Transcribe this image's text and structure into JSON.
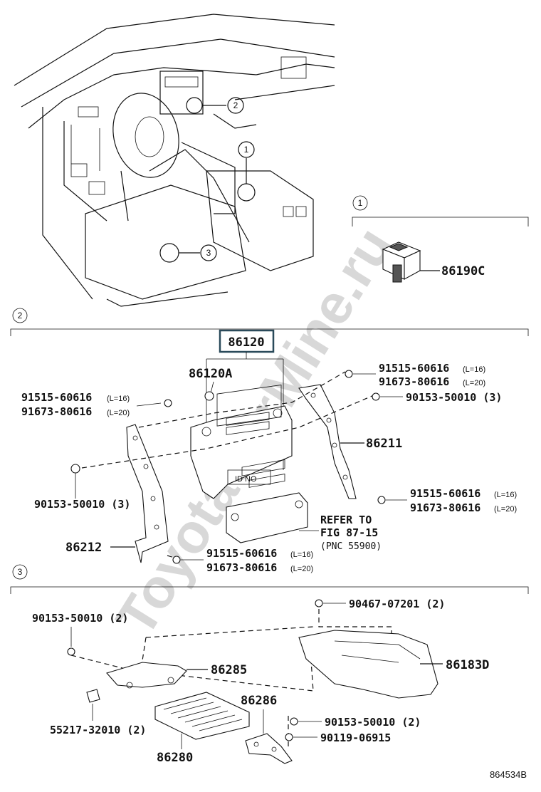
{
  "watermark": "ToyotaCarMine.ru",
  "callouts": {
    "one": "1",
    "two": "2",
    "three": "3"
  },
  "section1": {
    "marker": "1",
    "parts": {
      "p86190C": "86190C"
    }
  },
  "section2": {
    "marker": "2",
    "highlighted_part": "86120",
    "parts": {
      "p86120A": "86120A",
      "p86211": "86211",
      "p86212": "86212",
      "screw_left": "91515-60616",
      "screw_left_len": "(L=16)",
      "screw_left_b": "91673-80616",
      "screw_left_b_len": "(L=20)",
      "screw_right": "91515-60616",
      "screw_right_len": "(L=16)",
      "screw_right_b": "91673-80616",
      "screw_right_b_len": "(L=20)",
      "bolt_right": "90153-50010 (3)",
      "bolt_left": "90153-50010 (3)",
      "screw_r2": "91515-60616",
      "screw_r2_len": "(L=16)",
      "screw_r2_b": "91673-80616",
      "screw_r2_b_len": "(L=20)",
      "screw_b": "91515-60616",
      "screw_b_len": "(L=16)",
      "screw_b2": "91673-80616",
      "screw_b2_len": "(L=20)",
      "id_no": "ID NO",
      "refer1": "REFER TO",
      "refer2": "FIG 87-15",
      "refer3": "(PNC 55900)"
    }
  },
  "section3": {
    "marker": "3",
    "parts": {
      "bolt_left": "90153-50010 (2)",
      "clip": "90467-07201 (2)",
      "p86285": "86285",
      "p86183D": "86183D",
      "p86286": "86286",
      "bolt_right": "90153-50010 (2)",
      "p55217": "55217-32010 (2)",
      "screw": "90119-06915",
      "p86280": "86280"
    }
  },
  "footer_code": "864534B"
}
